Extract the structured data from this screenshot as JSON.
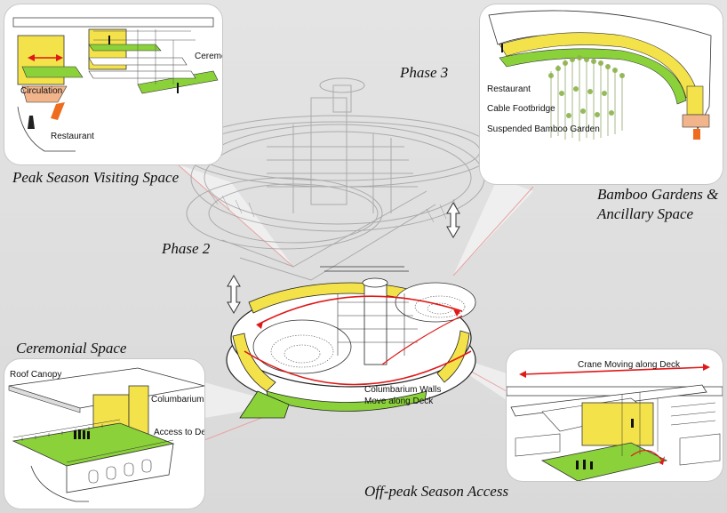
{
  "captions": {
    "phase_3": "Phase 3",
    "phase_2": "Phase 2",
    "peak_season": "Peak Season Visiting Space",
    "bamboo_gardens_line1": "Bamboo Gardens &",
    "bamboo_gardens_line2": "Ancillary Space",
    "ceremonial_space": "Ceremonial Space",
    "off_peak": "Off-peak Season Access"
  },
  "panels": {
    "peak_season": {
      "labels": {
        "ceremony_platform": "Ceremony Platform",
        "circulation": "Circulation",
        "restaurant": "Restaurant"
      }
    },
    "bamboo_gardens": {
      "labels": {
        "restaurant": "Restaurant",
        "cable_footbridge": "Cable Footbridge",
        "suspended_bamboo_garden": "Suspended Bamboo Garden"
      }
    },
    "ceremonial_space": {
      "labels": {
        "roof_canopy": "Roof Canopy",
        "columbarium_wall": "Columbarium Wall",
        "access_to_deck": "Access to Deck"
      }
    },
    "off_peak": {
      "labels": {
        "crane_moving_along_deck": "Crane Moving along Deck"
      }
    }
  },
  "center": {
    "columbarium_walls_line1": "Columbarium Walls",
    "columbarium_walls_line2": "Move along Deck"
  },
  "colors": {
    "wall_yellow": "#f4e24a",
    "deck_green": "#8ad13a",
    "arrow_red": "#e01818",
    "restaurant_orange": "#ef6b1e",
    "circulation_peach": "#f2b48a",
    "background_gray": "#dedede"
  }
}
